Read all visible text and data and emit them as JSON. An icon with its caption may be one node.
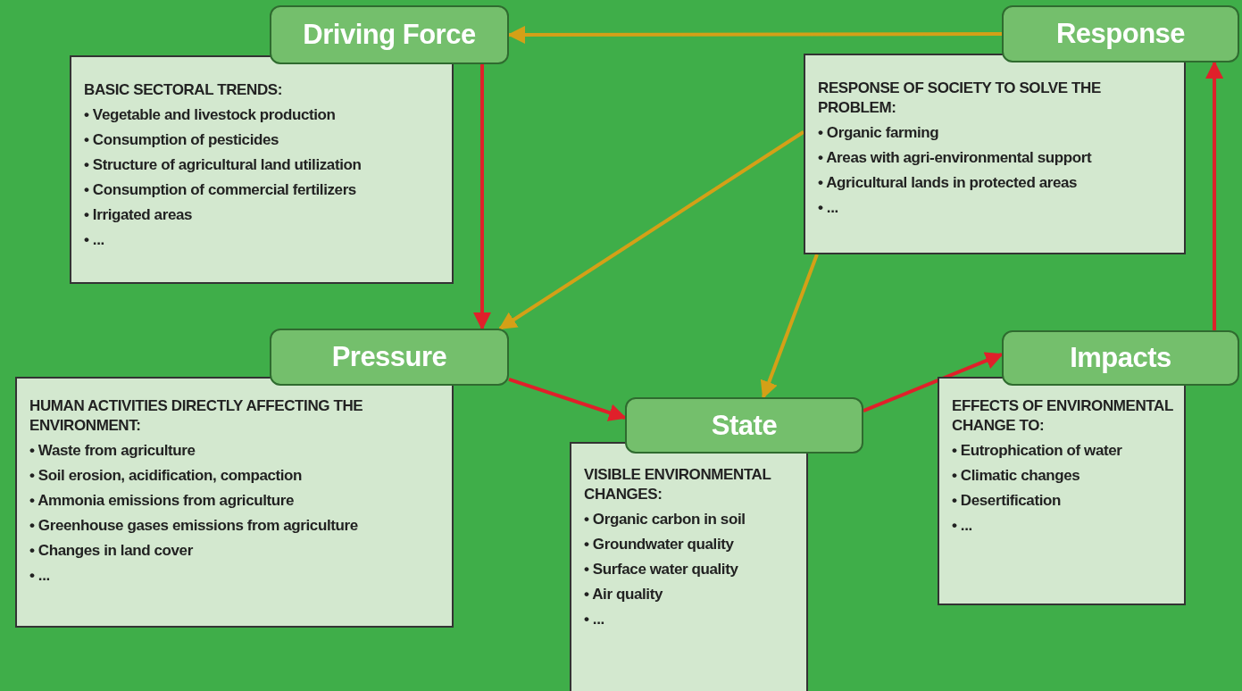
{
  "diagram": {
    "nodes": [
      {
        "text": [
          "Driving Force"
        ]
      },
      {
        "text": [
          "BASIC SECTORAL TRENDS:",
          "• Vegetable and livestock production",
          "• Consumption of pesticides",
          "• Structure of agricultural land utilization",
          "• Consumption of commercial fertilizers",
          "• Irrigated areas",
          "• ..."
        ]
      },
      {
        "text": [
          "Response"
        ]
      },
      {
        "text": [
          "RESPONSE OF SOCIETY TO SOLVE THE PROBLEM:",
          "• Organic farming",
          "• Areas with agri-environmental support",
          "• Agricultural lands in protected areas",
          "• ..."
        ]
      },
      {
        "text": [
          "Pressure"
        ]
      },
      {
        "text": [
          "HUMAN ACTIVITIES DIRECTLY AFFECTING THE ENVIRONMENT:",
          "• Waste from agriculture",
          "• Soil erosion, acidification, compaction",
          "• Ammonia emissions from agriculture",
          "• Greenhouse gases emissions from agriculture",
          "• Changes in land cover",
          "• ..."
        ]
      },
      {
        "text": [
          "State"
        ]
      },
      {
        "text": [
          "VISIBLE ENVIRONMENTAL CHANGES:",
          "• Organic carbon in soil",
          "• Groundwater quality",
          "• Surface water quality",
          "• Air quality",
          "• ..."
        ]
      },
      {
        "text": [
          "Impacts"
        ]
      },
      {
        "text": [
          "EFFECTS OF ENVIRONMENTAL CHANGE TO:",
          "• Eutrophication of water",
          "• Climatic changes",
          "• Desertification",
          "• ..."
        ]
      }
    ],
    "edges": [
      {
        "from": 2,
        "to": 0,
        "arrow": "to",
        "color": "#d4a017"
      },
      {
        "from": 0,
        "to": 4,
        "arrow": "to"
      },
      {
        "from": 3,
        "to": 4,
        "arrow": "to",
        "color": "#d4a017"
      },
      {
        "from": 3,
        "to": 6,
        "arrow": "to",
        "color": "#d4a017"
      },
      {
        "from": 4,
        "to": 6,
        "arrow": "to"
      },
      {
        "from": 6,
        "to": 8,
        "arrow": "to"
      },
      {
        "from": 8,
        "to": 2,
        "arrow": "to"
      }
    ]
  }
}
